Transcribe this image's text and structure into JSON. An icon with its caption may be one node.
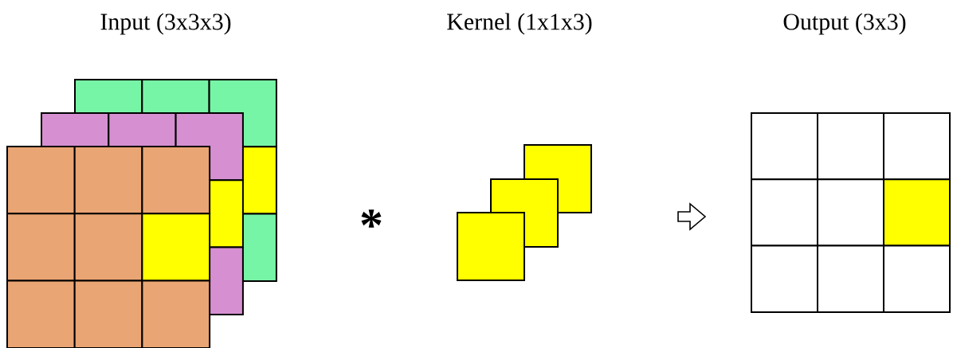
{
  "diagram": {
    "nodes": [
      {
        "text": [
          "Input (3x3x3)"
        ]
      },
      {
        "text": [
          "Kernel (1x1x3)"
        ]
      },
      {
        "text": [
          "Output (3x3)"
        ]
      }
    ],
    "labels": [
      "*"
    ]
  }
}
